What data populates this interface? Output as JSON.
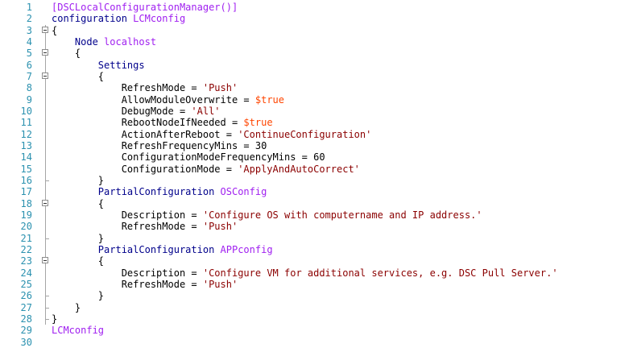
{
  "editor": {
    "lines": [
      {
        "n": "1",
        "parts": [
          {
            "t": "[DSCLocalConfigurationManager()]",
            "c": "typ"
          }
        ]
      },
      {
        "n": "2",
        "parts": [
          {
            "t": "configuration ",
            "c": "kw"
          },
          {
            "t": "LCMconfig",
            "c": "typ"
          }
        ]
      },
      {
        "n": "3",
        "parts": [
          {
            "t": "{",
            "c": "plain"
          }
        ]
      },
      {
        "n": "4",
        "parts": [
          {
            "t": "    Node ",
            "c": "kw"
          },
          {
            "t": "localhost",
            "c": "typ"
          }
        ]
      },
      {
        "n": "5",
        "parts": [
          {
            "t": "    {",
            "c": "plain"
          }
        ]
      },
      {
        "n": "6",
        "parts": [
          {
            "t": "        Settings",
            "c": "kw"
          }
        ]
      },
      {
        "n": "7",
        "parts": [
          {
            "t": "        {",
            "c": "plain"
          }
        ]
      },
      {
        "n": "8",
        "parts": [
          {
            "t": "            RefreshMode = ",
            "c": "plain"
          },
          {
            "t": "'Push'",
            "c": "str"
          }
        ]
      },
      {
        "n": "9",
        "parts": [
          {
            "t": "            AllowModuleOverwrite = ",
            "c": "plain"
          },
          {
            "t": "$true",
            "c": "var"
          }
        ]
      },
      {
        "n": "10",
        "parts": [
          {
            "t": "            DebugMode = ",
            "c": "plain"
          },
          {
            "t": "'All'",
            "c": "str"
          }
        ]
      },
      {
        "n": "11",
        "parts": [
          {
            "t": "            RebootNodeIfNeeded = ",
            "c": "plain"
          },
          {
            "t": "$true",
            "c": "var"
          }
        ]
      },
      {
        "n": "12",
        "parts": [
          {
            "t": "            ActionAfterReboot = ",
            "c": "plain"
          },
          {
            "t": "'ContinueConfiguration'",
            "c": "str"
          }
        ]
      },
      {
        "n": "13",
        "parts": [
          {
            "t": "            RefreshFrequencyMins = ",
            "c": "plain"
          },
          {
            "t": "30",
            "c": "plain"
          }
        ]
      },
      {
        "n": "14",
        "parts": [
          {
            "t": "            ConfigurationModeFrequencyMins = ",
            "c": "plain"
          },
          {
            "t": "60",
            "c": "plain"
          }
        ]
      },
      {
        "n": "15",
        "parts": [
          {
            "t": "            ConfigurationMode = ",
            "c": "plain"
          },
          {
            "t": "'ApplyAndAutoCorrect'",
            "c": "str"
          }
        ]
      },
      {
        "n": "16",
        "parts": [
          {
            "t": "        }",
            "c": "plain"
          }
        ]
      },
      {
        "n": "17",
        "parts": [
          {
            "t": "        PartialConfiguration ",
            "c": "kw"
          },
          {
            "t": "OSConfig",
            "c": "typ"
          }
        ]
      },
      {
        "n": "18",
        "parts": [
          {
            "t": "        {",
            "c": "plain"
          }
        ]
      },
      {
        "n": "19",
        "parts": [
          {
            "t": "            Description = ",
            "c": "plain"
          },
          {
            "t": "'Configure OS with computername and IP address.'",
            "c": "str"
          }
        ]
      },
      {
        "n": "20",
        "parts": [
          {
            "t": "            RefreshMode = ",
            "c": "plain"
          },
          {
            "t": "'Push'",
            "c": "str"
          }
        ]
      },
      {
        "n": "21",
        "parts": [
          {
            "t": "        }",
            "c": "plain"
          }
        ]
      },
      {
        "n": "22",
        "parts": [
          {
            "t": "        PartialConfiguration ",
            "c": "kw"
          },
          {
            "t": "APPconfig",
            "c": "typ"
          }
        ]
      },
      {
        "n": "23",
        "parts": [
          {
            "t": "        {",
            "c": "plain"
          }
        ]
      },
      {
        "n": "24",
        "parts": [
          {
            "t": "            Description = ",
            "c": "plain"
          },
          {
            "t": "'Configure VM for additional services, e.g. DSC Pull Server.'",
            "c": "str"
          }
        ]
      },
      {
        "n": "25",
        "parts": [
          {
            "t": "            RefreshMode = ",
            "c": "plain"
          },
          {
            "t": "'Push'",
            "c": "str"
          }
        ]
      },
      {
        "n": "26",
        "parts": [
          {
            "t": "        }",
            "c": "plain"
          }
        ]
      },
      {
        "n": "27",
        "parts": [
          {
            "t": "    }",
            "c": "plain"
          }
        ]
      },
      {
        "n": "28",
        "parts": [
          {
            "t": "}",
            "c": "plain"
          }
        ]
      },
      {
        "n": "29",
        "parts": [
          {
            "t": "LCMconfig",
            "c": "typ"
          }
        ]
      },
      {
        "n": "30",
        "parts": []
      }
    ]
  }
}
